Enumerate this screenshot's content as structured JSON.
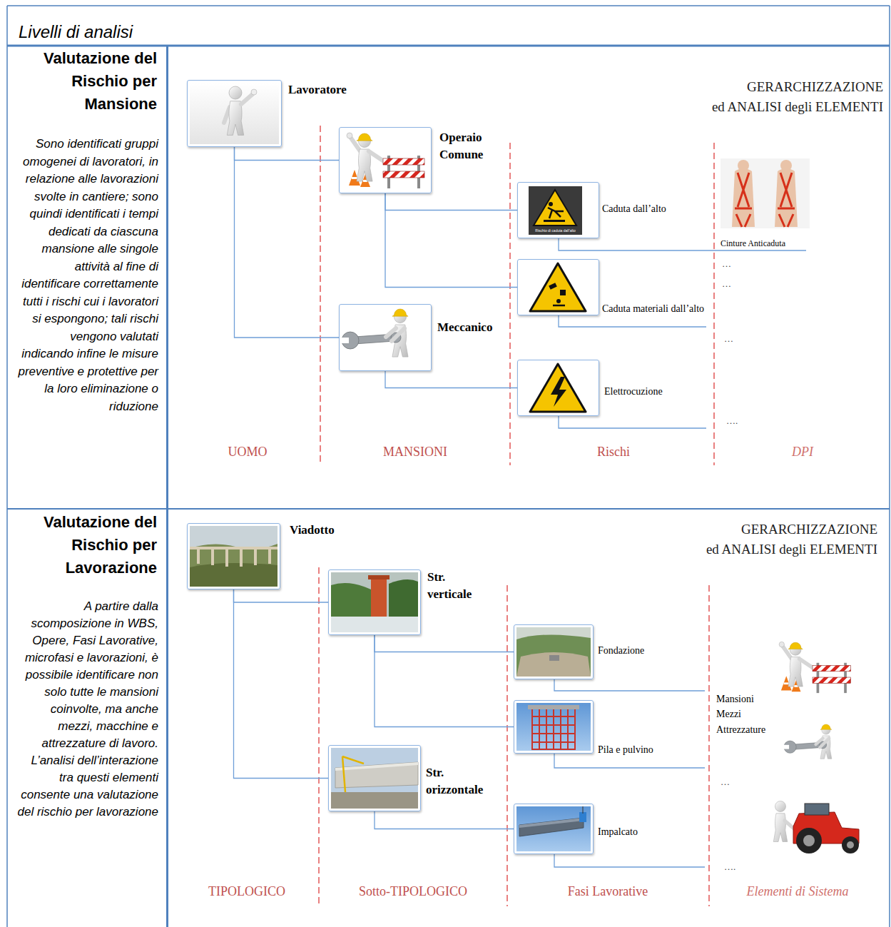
{
  "diagram": {
    "nodes": [
      {
        "text": [
          "Lavoratore"
        ]
      },
      {
        "text": [
          "Operaio Comune"
        ]
      },
      {
        "text": [
          "Meccanico"
        ]
      },
      {
        "text": [
          "Caduta dall’alto"
        ]
      },
      {
        "text": [
          "Caduta materiali dall’alto"
        ]
      },
      {
        "text": [
          "Elettrocuzione"
        ]
      },
      {
        "text": [
          "Viadotto"
        ]
      },
      {
        "text": [
          "Str. verticale"
        ]
      },
      {
        "text": [
          "Str. orizzontale"
        ]
      },
      {
        "text": [
          "Fondazione"
        ]
      },
      {
        "text": [
          "Pila e pulvino"
        ]
      },
      {
        "text": [
          "Impalcato"
        ]
      }
    ],
    "edges": [
      {
        "from": 0,
        "to": 1,
        "arrow": "none"
      },
      {
        "from": 0,
        "to": 2,
        "arrow": "none"
      },
      {
        "from": 1,
        "to": 3,
        "arrow": "none"
      },
      {
        "from": 1,
        "to": 4,
        "arrow": "none"
      },
      {
        "from": 2,
        "to": 5,
        "arrow": "none"
      },
      {
        "from": 6,
        "to": 7,
        "arrow": "none"
      },
      {
        "from": 6,
        "to": 8,
        "arrow": "none"
      },
      {
        "from": 7,
        "to": 9,
        "arrow": "none"
      },
      {
        "from": 7,
        "to": 10,
        "arrow": "none"
      },
      {
        "from": 8,
        "to": 11,
        "arrow": "none"
      }
    ],
    "labels": [
      "Livelli di analisi",
      "Valutazione del Rischio per Mansione",
      "Sono identificati gruppi omogenei di lavoratori, in relazione alle lavorazioni svolte in cantiere; sono quindi identificati i tempi dedicati da ciascuna mansione alle singole attività al fine di identificare correttamente tutti i rischi cui i lavoratori si espongono; tali rischi vengono valutati indicando infine le misure preventive e protettive per la loro eliminazione o riduzione",
      "GERARCHIZZAZIONE",
      "ed ANALISI degli ELEMENTI",
      "Rischio di caduta dall’alto",
      "Cinture Anticaduta",
      "…",
      "…",
      "…",
      "….",
      "UOMO",
      "MANSIONI",
      "Rischi",
      "DPI",
      "Valutazione del Rischio per Lavorazione",
      "A partire dalla scomposizione in WBS, Opere, Fasi Lavorative, microfasi e lavorazioni, è possibile identificare non solo tutte le mansioni coinvolte, ma anche mezzi, macchine e attrezzature di lavoro. L’analisi dell’interazione tra questi elementi consente una valutazione del rischio per lavorazione",
      "GERARCHIZZAZIONE",
      "ed ANALISI degli ELEMENTI",
      "Mansioni",
      "Mezzi",
      "Attrezzature",
      "…",
      "….",
      "TIPOLOGICO",
      "Sotto-TIPOLOGICO",
      "Fasi Lavorative",
      "Elementi di Sistema"
    ]
  }
}
